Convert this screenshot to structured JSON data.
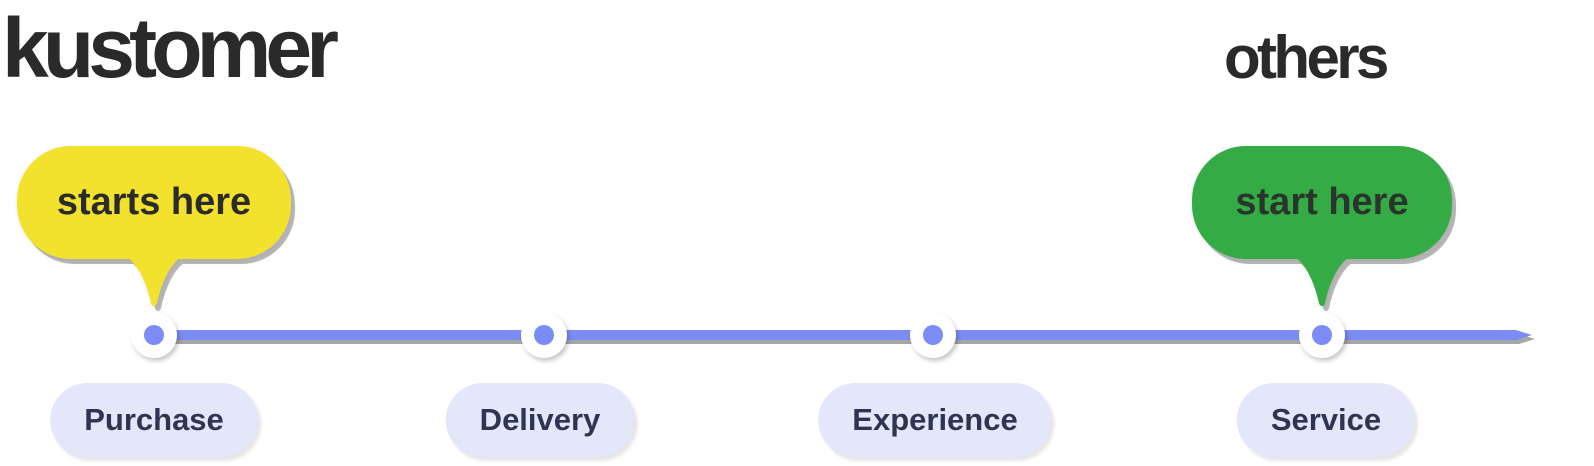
{
  "page": {
    "background_color": "#ffffff",
    "description": "Customer journey timeline comparing where kustomer starts versus others"
  },
  "headings": {
    "left": "kustomer",
    "right": "others"
  },
  "bubbles": {
    "customer": {
      "label": "starts here",
      "color": "#f3e22d",
      "text_color": "#2b2b2b",
      "points_to_stage": "Purchase"
    },
    "others": {
      "label": "start here",
      "color": "#35ab45",
      "text_color": "#29352c",
      "points_to_stage": "Service"
    }
  },
  "timeline": {
    "line_color": "#7c8cf5",
    "node_fill": "#ffffff",
    "node_dot_color": "#7c8cf5",
    "pill_background": "#e4e6f9",
    "pill_text_color": "#2e3552",
    "stages": [
      {
        "label": "Purchase"
      },
      {
        "label": "Delivery"
      },
      {
        "label": "Experience"
      },
      {
        "label": "Service"
      }
    ]
  }
}
